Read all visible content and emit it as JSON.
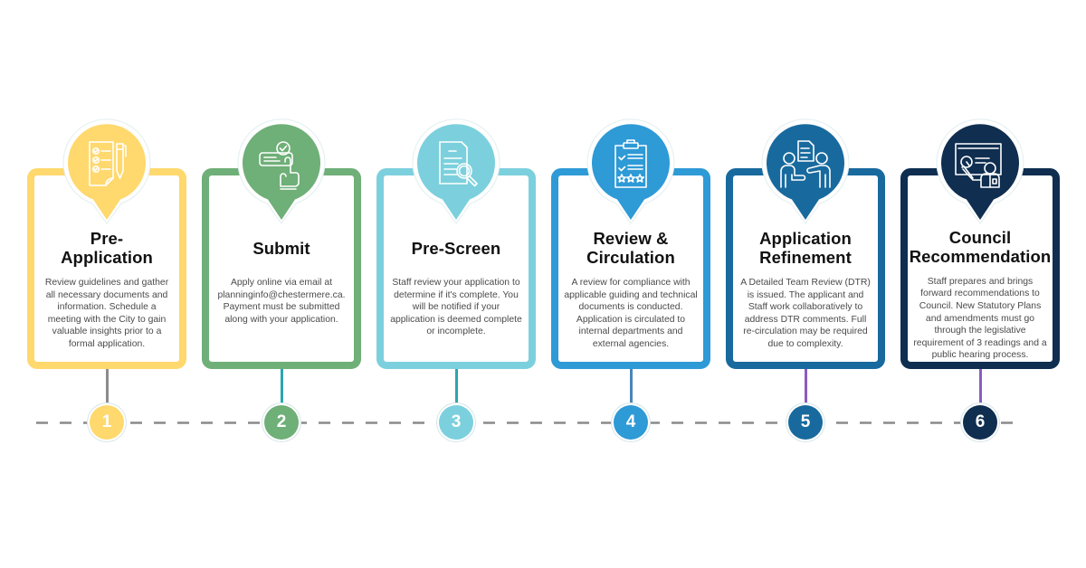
{
  "steps": [
    {
      "number": "1",
      "title": "Pre-Application",
      "title_lines": [
        "Pre-",
        "Application"
      ],
      "description": "Review guidelines and gather all necessary documents and information. Schedule a meeting with the City to gain valuable insights prior to a formal application.",
      "icon": "checklist-pen-icon",
      "color": "#FFD86E",
      "connector_color": "#8C8C8C"
    },
    {
      "number": "2",
      "title": "Submit",
      "title_lines": [
        "Submit"
      ],
      "description": "Apply online via email at planninginfo@chestermere.ca. Payment must be submitted along with your application.",
      "icon": "hand-click-check-icon",
      "color": "#6FAF78",
      "connector_color": "#2AA7B0"
    },
    {
      "number": "3",
      "title": "Pre-Screen",
      "title_lines": [
        "Pre-Screen"
      ],
      "description": "Staff review your application to determine if it's complete. You will be notified if your application is deemed complete or incomplete.",
      "icon": "document-magnifier-icon",
      "color": "#7CD0DD",
      "connector_color": "#2AA7B0"
    },
    {
      "number": "4",
      "title": "Review & Circulation",
      "title_lines": [
        "Review &",
        "Circulation"
      ],
      "description": "A review for compliance with applicable guiding and technical documents is conducted. Application is circulated to internal departments and external agencies.",
      "icon": "clipboard-rating-icon",
      "color": "#2E9AD6",
      "connector_color": "#4A86B8"
    },
    {
      "number": "5",
      "title": "Application Refinement",
      "title_lines": [
        "Application",
        "Refinement"
      ],
      "description": "A Detailed Team Review (DTR) is issued. The applicant and Staff work collaboratively to address DTR comments. Full re-circulation may be required due to complexity.",
      "icon": "people-document-icon",
      "color": "#186A9E",
      "connector_color": "#8A5CC2"
    },
    {
      "number": "6",
      "title": "Council Recommendation",
      "title_lines": [
        "Council",
        "Recommendation"
      ],
      "description": "Staff prepares and brings forward recommendations to Council. New Statutory Plans and amendments must go through the legislative requirement of 3 readings and a public hearing process.",
      "icon": "presentation-board-icon",
      "color": "#0F2E50",
      "connector_color": "#8A5CC2"
    }
  ],
  "timeline": {
    "color": "#8A8A8A"
  }
}
